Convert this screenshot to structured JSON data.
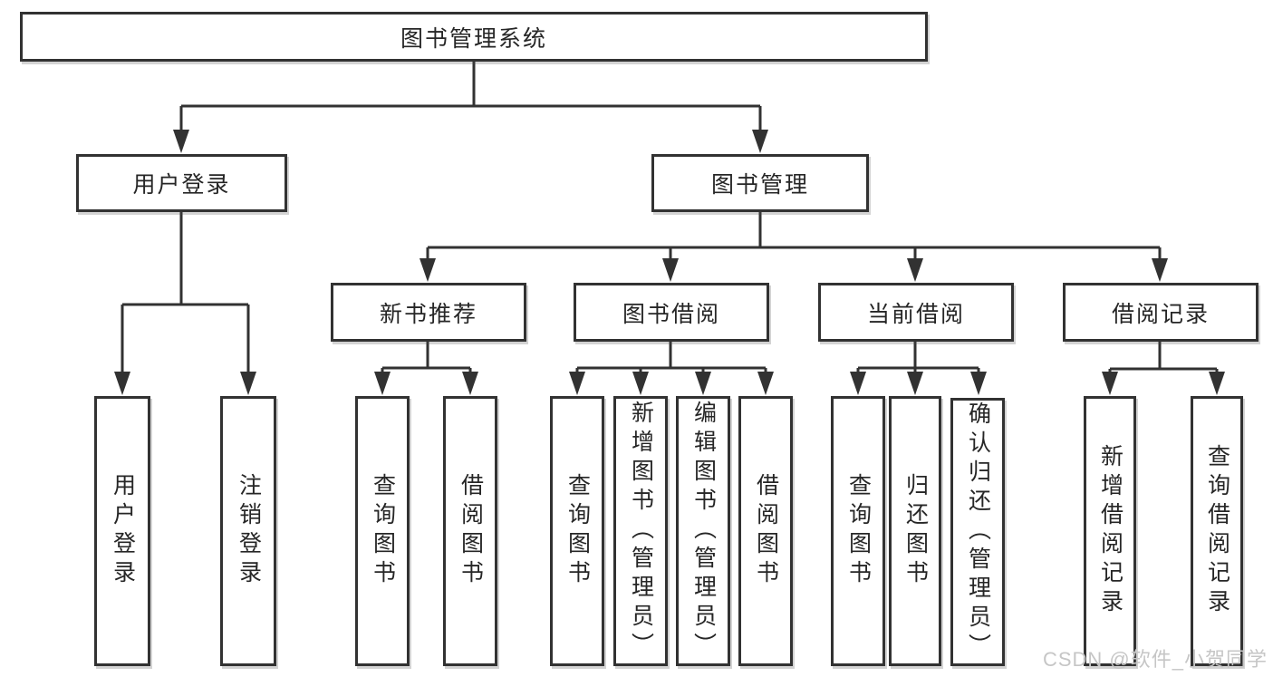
{
  "diagram": {
    "type": "hierarchy-tree",
    "root": {
      "label": "图书管理系统"
    },
    "branches": [
      {
        "label": "用户登录",
        "children": [
          {
            "label": "用户登录"
          },
          {
            "label": "注销登录"
          }
        ]
      },
      {
        "label": "图书管理",
        "children": [
          {
            "label": "新书推荐",
            "children": [
              {
                "label": "查询图书"
              },
              {
                "label": "借阅图书"
              }
            ]
          },
          {
            "label": "图书借阅",
            "children": [
              {
                "label": "查询图书"
              },
              {
                "label": "新增图书（管理员）"
              },
              {
                "label": "编辑图书（管理员）"
              },
              {
                "label": "借阅图书"
              }
            ]
          },
          {
            "label": "当前借阅",
            "children": [
              {
                "label": "查询图书"
              },
              {
                "label": "归还图书"
              },
              {
                "label": "确认归还（管理员）"
              }
            ]
          },
          {
            "label": "借阅记录",
            "children": [
              {
                "label": "新增借阅记录"
              },
              {
                "label": "查询借阅记录"
              }
            ]
          }
        ]
      }
    ]
  },
  "watermark": {
    "text": "CSDN @软件_小贺同学"
  },
  "colors": {
    "line": "#323232",
    "box_border": "#323232",
    "box_background": "#ffffff",
    "text": "#262626",
    "watermark": "#c6c6c6",
    "page_background": "#ffffff"
  }
}
